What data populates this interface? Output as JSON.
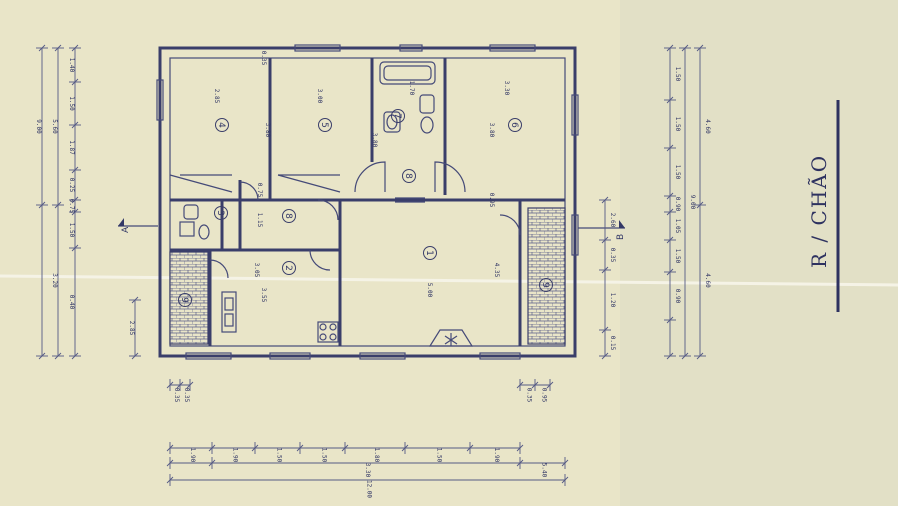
{
  "title": "R / CHÃO",
  "rooms": [
    {
      "num": "4"
    },
    {
      "num": "5"
    },
    {
      "num": "7"
    },
    {
      "num": "6"
    },
    {
      "num": "8"
    },
    {
      "num": "8"
    },
    {
      "num": "3"
    },
    {
      "num": "2"
    },
    {
      "num": "1"
    },
    {
      "num": "9"
    },
    {
      "num": "9"
    }
  ],
  "section_marks": {
    "a": "A",
    "b": "B"
  },
  "top_chain": [
    "1.90",
    "1.90",
    "1.50",
    "1.50",
    "1.80",
    "1.50",
    "1.90"
  ],
  "top_middle": [
    "3.30",
    "5.40"
  ],
  "top_total": "12.00",
  "left_chain_1": [
    "0.40",
    "1.50",
    "0.75",
    "0.25",
    "1.87",
    "1.50",
    "1.40"
  ],
  "left_chain_2": [
    "3.20",
    "5.60"
  ],
  "left_total": "9.00",
  "left_small": [
    "0.35",
    "2.85",
    "0.15"
  ],
  "right_chain_1": [
    "0.90",
    "1.50",
    "1.05",
    "0.90",
    "1.50",
    "1.50",
    "1.50"
  ],
  "right_chain_2": [
    "4.60",
    "4.60"
  ],
  "right_total": "9.00",
  "right_small": [
    "0.35",
    "2.60",
    "0.35",
    "1.20",
    "0.15"
  ],
  "interior_dims": [
    "2.85",
    "3.00",
    "1.70",
    "3.30",
    "3.80",
    "3.80",
    "3.80",
    "5.00",
    "3.55",
    "3.05",
    "4.35",
    "1.15",
    "0.75",
    "0.95",
    "0.35"
  ],
  "small_dims_left": [
    "0.35",
    "0.35"
  ],
  "small_dims_right": [
    "0.35",
    "0.95"
  ]
}
